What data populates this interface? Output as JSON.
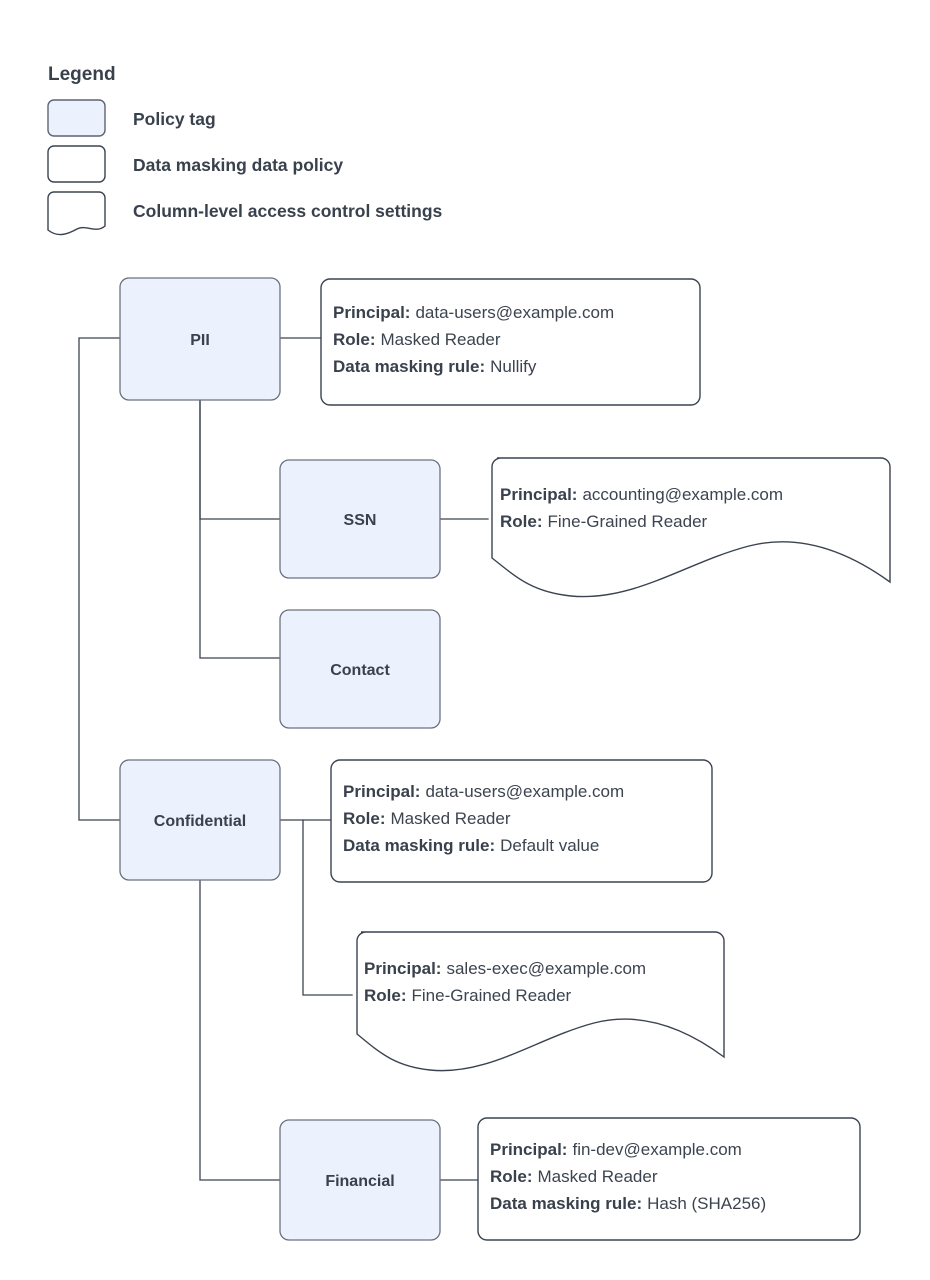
{
  "legend": {
    "title": "Legend",
    "items": [
      {
        "shape": "policy-tag-swatch",
        "label": "Policy tag"
      },
      {
        "shape": "data-policy-swatch",
        "label": "Data masking data policy"
      },
      {
        "shape": "column-acl-swatch",
        "label": "Column-level access control settings"
      }
    ]
  },
  "colors": {
    "policy_tag_fill": "#ebf2fd",
    "policy_tag_stroke": "#6b7280",
    "box_stroke": "#3b4351",
    "text": "#39414d",
    "connector": "#3b4351",
    "canvas": "#ffffff"
  },
  "nodes": [
    {
      "id": "pii",
      "label": "PII"
    },
    {
      "id": "ssn",
      "label": "SSN"
    },
    {
      "id": "contact",
      "label": "Contact"
    },
    {
      "id": "confidential",
      "label": "Confidential"
    },
    {
      "id": "financial",
      "label": "Financial"
    }
  ],
  "policies": [
    {
      "id": "pii-policy",
      "kind": "data masking data policy",
      "attached_to": "PII",
      "lines": [
        {
          "key": "Principal:",
          "value": "data-users@example.com"
        },
        {
          "key": "Role:",
          "value": "Masked Reader"
        },
        {
          "key": "Data masking rule:",
          "value": "Nullify"
        }
      ]
    },
    {
      "id": "ssn-policy",
      "kind": "column-level access control settings",
      "attached_to": "SSN",
      "lines": [
        {
          "key": "Principal:",
          "value": "accounting@example.com"
        },
        {
          "key": "Role:",
          "value": "Fine-Grained Reader"
        }
      ]
    },
    {
      "id": "confidential-policy",
      "kind": "data masking data policy",
      "attached_to": "Confidential",
      "lines": [
        {
          "key": "Principal:",
          "value": "data-users@example.com"
        },
        {
          "key": "Role:",
          "value": "Masked Reader"
        },
        {
          "key": "Data masking rule:",
          "value": "Default value"
        }
      ]
    },
    {
      "id": "confidential-acl",
      "kind": "column-level access control settings",
      "attached_to": "Confidential",
      "lines": [
        {
          "key": "Principal:",
          "value": "sales-exec@example.com"
        },
        {
          "key": "Role:",
          "value": "Fine-Grained Reader"
        }
      ]
    },
    {
      "id": "financial-policy",
      "kind": "data masking data policy",
      "attached_to": "Financial",
      "lines": [
        {
          "key": "Principal:",
          "value": "fin-dev@example.com"
        },
        {
          "key": "Role:",
          "value": "Masked Reader"
        },
        {
          "key": "Data masking rule:",
          "value": "Hash (SHA256)"
        }
      ]
    }
  ],
  "edges": [
    {
      "from": "PII",
      "to": "SSN"
    },
    {
      "from": "PII",
      "to": "Contact"
    },
    {
      "from": "PII",
      "to": "Confidential"
    },
    {
      "from": "PII",
      "to": "pii-policy"
    },
    {
      "from": "SSN",
      "to": "ssn-policy"
    },
    {
      "from": "Confidential",
      "to": "confidential-policy"
    },
    {
      "from": "Confidential",
      "to": "confidential-acl"
    },
    {
      "from": "Confidential",
      "to": "Financial"
    },
    {
      "from": "Financial",
      "to": "financial-policy"
    }
  ]
}
